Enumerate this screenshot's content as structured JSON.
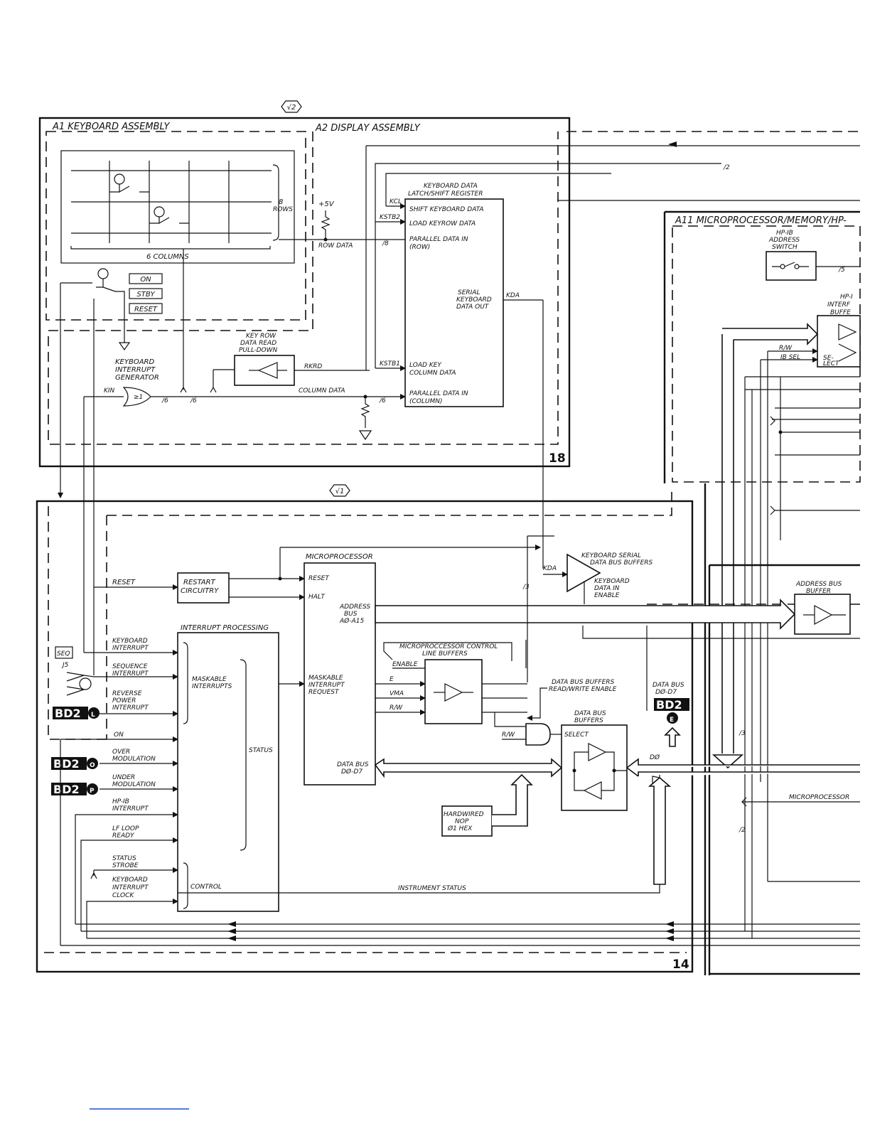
{
  "hex_tags": {
    "top": "√2",
    "bottom": "√1"
  },
  "assemblies": {
    "a1": "A1 KEYBOARD ASSEMBLY",
    "a2": "A2 DISPLAY ASSEMBLY",
    "a11": "A11 MICROPROCESSOR/MEMORY/HP-"
  },
  "page_numbers": {
    "upper": "18",
    "lower": "14"
  },
  "keyboard": {
    "rows_count": "8",
    "rows_word": "ROWS",
    "columns": "6 COLUMNS",
    "switch_on": "ON",
    "switch_stby": "STBY",
    "switch_reset": "RESET",
    "int_gen_1": "KEYBOARD",
    "int_gen_2": "INTERRUPT",
    "int_gen_3": "GENERATOR",
    "gate_symbol": "≥1",
    "kin": "KIN"
  },
  "display": {
    "plus5v": "+5V",
    "row_data": "ROW DATA",
    "column_data": "COLUMN DATA",
    "rkrd": "RKRD",
    "pulldown_1": "KEY ROW",
    "pulldown_2": "DATA READ",
    "pulldown_3": "PULL-DOWN",
    "latch_title_1": "KEYBOARD DATA",
    "latch_title_2": "LATCH/SHIFT REGISTER",
    "kcl": "KCL",
    "kstb2": "KSTB2",
    "kstb1": "KSTB1",
    "kda": "KDA",
    "shift": "SHIFT KEYBOARD DATA",
    "load_row": "LOAD KEYROW DATA",
    "par_row_1": "PARALLEL DATA IN",
    "par_row_2": "(ROW)",
    "serial_1": "SERIAL",
    "serial_2": "KEYBOARD",
    "serial_3": "DATA OUT",
    "load_col_1": "LOAD KEY",
    "load_col_2": "COLUMN DATA",
    "par_col_1": "PARALLEL DATA IN",
    "par_col_2": "(COLUMN)",
    "bus_2": "2",
    "bus_8": "8",
    "bus_6": "6"
  },
  "a11": {
    "hpib_sw_1": "HP-IB",
    "hpib_sw_2": "ADDRESS",
    "hpib_sw_3": "SWITCH",
    "bus_5": "5",
    "hpib_int_1": "HP-I",
    "hpib_int_2": "INTERF",
    "hpib_int_3": "BUFFE",
    "rw": "R/W",
    "ib_sel": "IB SEL",
    "select": "SE-\nLECT"
  },
  "board14": {
    "reset": "RESET",
    "restart_1": "RESTART",
    "restart_2": "CIRCUITRY",
    "micro": "MICROPROCESSOR",
    "m_reset": "RESET",
    "m_halt": "HALT",
    "addr_1": "ADDRESS",
    "addr_2": "BUS",
    "addr_3": "AØ-A15",
    "mask_1": "MASKABLE",
    "mask_2": "INTERRUPT",
    "mask_3": "REQUEST",
    "dbus_1": "DATA BUS",
    "dbus_2": "DØ-D7",
    "ip_title": "INTERRUPT PROCESSING",
    "maskable_ints_1": "MASKABLE",
    "maskable_ints_2": "INTERRUPTS",
    "status": "STATUS",
    "control": "CONTROL",
    "kbd_int_1": "KEYBOARD",
    "kbd_int_2": "INTERRUPT",
    "seq_int_1": "SEQUENCE",
    "seq_int_2": "INTERRUPT",
    "rev_1": "REVERSE",
    "rev_2": "POWER",
    "rev_3": "INTERRUPT",
    "on": "ON",
    "over_1": "OVER",
    "over_2": "MODULATION",
    "under_1": "UNDER",
    "under_2": "MODULATION",
    "hpib_1": "HP-IB",
    "hpib_2": "INTERRUPT",
    "lf_1": "LF LOOP",
    "lf_2": "READY",
    "strobe_1": "STATUS",
    "strobe_2": "STROBE",
    "kclk_1": "KEYBOARD",
    "kclk_2": "INTERRUPT",
    "kclk_3": "CLOCK",
    "seq": "SEQ",
    "j5": "J5",
    "kbd_ser_1": "KEYBOARD SERIAL",
    "kbd_ser_2": "DATA BUS BUFFERS",
    "kbd_en_1": "KEYBOARD",
    "kbd_en_2": "DATA IN",
    "kbd_en_3": "ENABLE",
    "kda": "KDA",
    "bus_3": "3",
    "ctl_buf_1": "MICROPROCCESSOR CONTROL",
    "ctl_buf_2": "LINE BUFFERS",
    "enable": "ENABLE",
    "e": "E",
    "vma": "VMA",
    "rw": "R/W",
    "rw2": "R/W",
    "dbb_rw_1": "DATA BUS BUFFERS",
    "dbb_rw_2": "READ/WRITE ENABLE",
    "dbb_1": "DATA BUS",
    "dbb_2": "BUFFERS",
    "select": "SELECT",
    "dbus_r_1": "DATA BUS",
    "dbus_r_2": "DØ-D7",
    "d0": "DØ",
    "nop_1": "HARDWIRED",
    "nop_2": "NOP",
    "nop_3": "Ø1 HEX",
    "inst_status": "INSTRUMENT STATUS",
    "addr_buf_1": "ADDRESS BUS",
    "addr_buf_2": "BUFFER",
    "micro_right": "MICROPROCESSOR",
    "bus_3b": "3",
    "bus_2b": "2"
  },
  "board_refs": {
    "bd2l": "BD2",
    "bd2l_letter": "L",
    "bd2o": "BD2",
    "bd2o_letter": "O",
    "bd2p": "BD2",
    "bd2p_letter": "P",
    "bd2e": "BD2",
    "bd2e_letter": "E"
  }
}
